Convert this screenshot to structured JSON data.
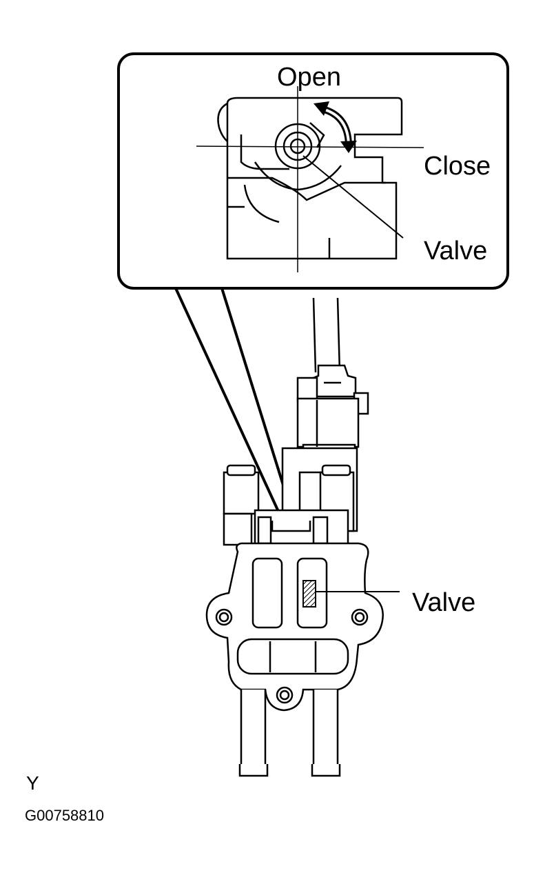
{
  "labels": {
    "open": "Open",
    "close": "Close",
    "valve_detail": "Valve",
    "valve_main": "Valve",
    "view_letter": "Y",
    "figure_code": "G00758810"
  },
  "colors": {
    "ink": "#000000",
    "paper": "#ffffff"
  }
}
